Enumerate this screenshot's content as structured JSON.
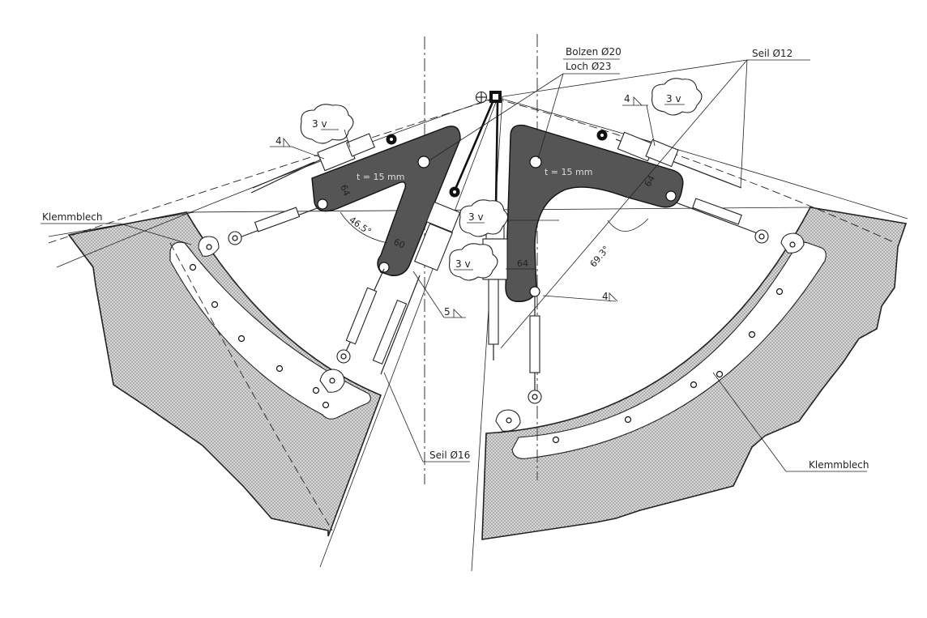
{
  "labels": {
    "klemmblech_left": "Klemmblech",
    "klemmblech_right": "Klemmblech",
    "bolzen": "Bolzen Ø20",
    "loch": "Loch Ø23",
    "seil_12": "Seil Ø12",
    "seil_16": "Seil Ø16"
  },
  "plates": {
    "left_thickness": "t = 15 mm",
    "right_thickness": "t = 15 mm"
  },
  "dimensions": {
    "angle_left": "46.5°",
    "angle_right": "69.3°",
    "dim_64_left": "64",
    "dim_60": "60",
    "dim_64_bottom": "64",
    "dim_64_right": "64"
  },
  "welds": {
    "weld_4_left": "4",
    "weld_4_right": "4",
    "weld_4_bottom": "4",
    "weld_5": "5",
    "cloud_1": "3 v",
    "cloud_2": "3 v",
    "cloud_3": "3 v",
    "cloud_4": "3 v"
  },
  "colors": {
    "plate_fill": "#555555",
    "hatch_dots": "#6b6b6b",
    "line": "#222222"
  }
}
